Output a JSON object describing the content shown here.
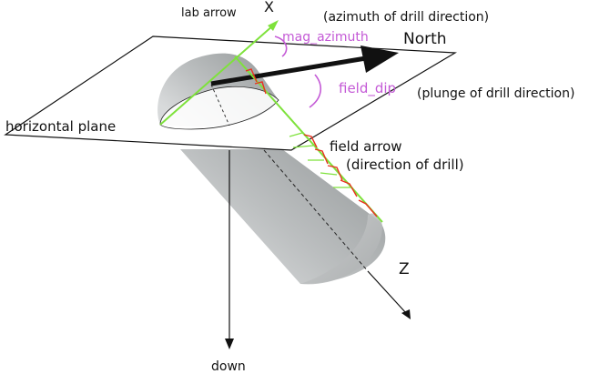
{
  "labels": {
    "lab_arrow": "lab arrow",
    "x_axis": "X",
    "azimuth_note": "(azimuth of drill direction)",
    "mag_azimuth": "mag_azimuth",
    "north": "North",
    "field_dip": "field_dip",
    "plunge_note": "(plunge of drill direction)",
    "horizontal_plane": "horizontal plane",
    "field_arrow": "field arrow",
    "direction_of_drill": "(direction of drill)",
    "z_axis": "Z",
    "down": "down"
  },
  "colors": {
    "lab_arrow": "#7ee23b",
    "field_marks": "#e8321e",
    "parameter_text": "#c45ad6",
    "cylinder": "#b9bcbd",
    "outline": "#111111"
  }
}
